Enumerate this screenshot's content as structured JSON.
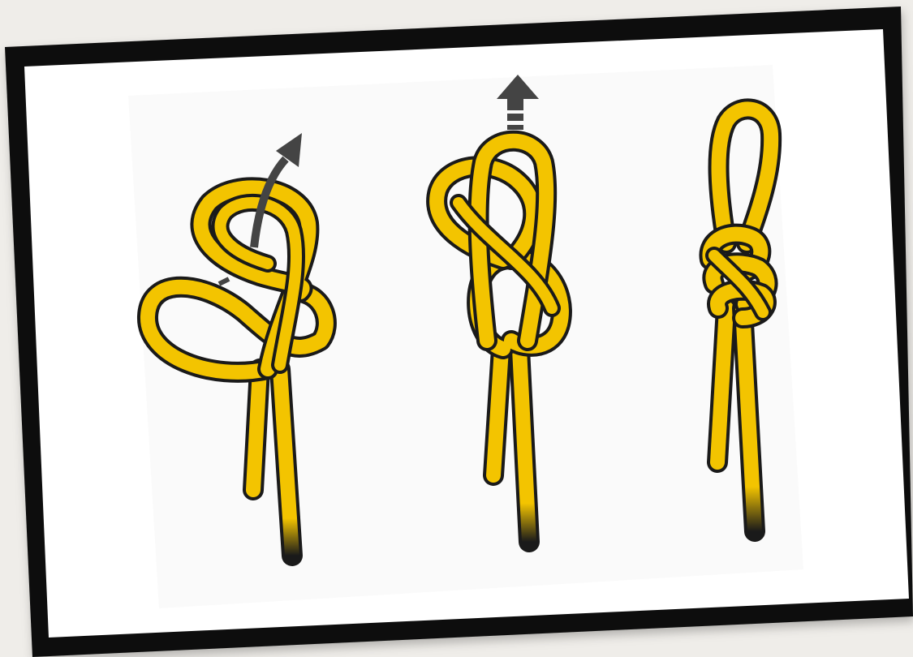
{
  "colors": {
    "background": "#efede9",
    "frame": "#0d0d0d",
    "paper": "#ffffff",
    "panel": "#fafafa",
    "rope": "#f3c400",
    "rope_outline": "#1a1a1a",
    "arrow": "#444444"
  },
  "steps": [
    {
      "name": "step-1-form-figure-eight",
      "arrow": "curved-arrow-icon"
    },
    {
      "name": "step-2-pull-loop-through",
      "arrow": "up-arrow-icon"
    },
    {
      "name": "step-3-finished-knot",
      "arrow": ""
    }
  ]
}
